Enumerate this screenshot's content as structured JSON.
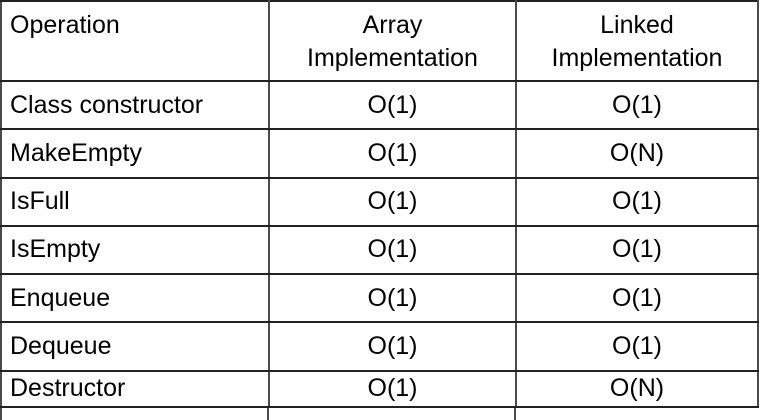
{
  "header": {
    "operation": "Operation",
    "array": "Array\nImplementation",
    "linked": "Linked\nImplementation"
  },
  "rows": [
    {
      "operation": "Class constructor",
      "array": "O(1)",
      "linked": "O(1)"
    },
    {
      "operation": "MakeEmpty",
      "array": "O(1)",
      "linked": "O(N)"
    },
    {
      "operation": "IsFull",
      "array": "O(1)",
      "linked": "O(1)"
    },
    {
      "operation": "IsEmpty",
      "array": "O(1)",
      "linked": "O(1)"
    },
    {
      "operation": "Enqueue",
      "array": "O(1)",
      "linked": "O(1)"
    },
    {
      "operation": "Dequeue",
      "array": "O(1)",
      "linked": "O(1)"
    },
    {
      "operation": "Destructor",
      "array": "O(1)",
      "linked": "O(N)"
    }
  ],
  "colors": {
    "text": "#000000",
    "border_vertical": "#4a4a4a",
    "border_horizontal": "#222222",
    "background": "#ffffff"
  }
}
